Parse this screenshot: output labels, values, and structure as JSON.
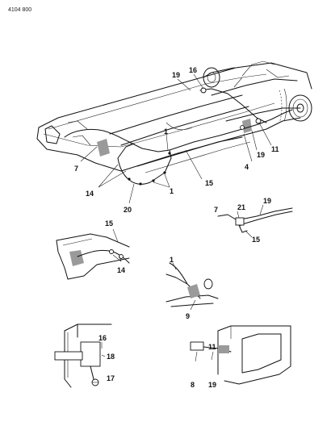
{
  "header": {
    "code": "4104 800"
  },
  "callouts": {
    "main": {
      "c16": "16",
      "c19a": "19",
      "c1a": "1",
      "c7": "7",
      "c14": "14",
      "c20": "20",
      "c1b": "1",
      "c15": "15",
      "c4": "4",
      "c19b": "19",
      "c11": "11"
    },
    "detail_b": {
      "c21": "21",
      "c19": "19",
      "c7": "7",
      "c15": "15"
    },
    "detail_c": {
      "c15": "15",
      "c14": "14"
    },
    "detail_d": {
      "c1": "1",
      "c9": "9"
    },
    "detail_e": {
      "c16": "16",
      "c18": "18",
      "c17": "17"
    },
    "detail_f": {
      "c11": "11",
      "c8": "8",
      "c19": "19"
    }
  }
}
